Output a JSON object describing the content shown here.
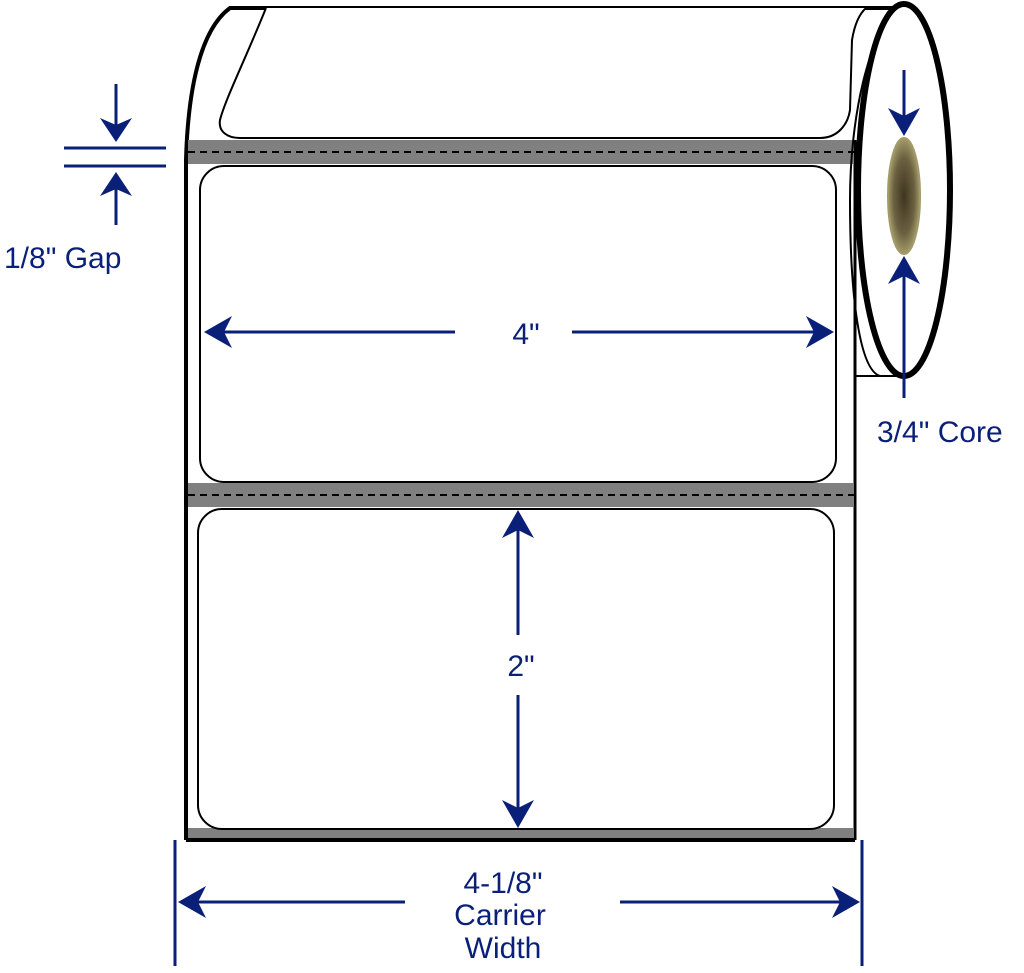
{
  "diagram": {
    "subject": "Label roll dimensions",
    "colors": {
      "dimension": "#0a1f78",
      "outline": "#000000",
      "gap": "#808080",
      "core_light": "#a39a6a",
      "core_dark": "#3e3520",
      "background": "#ffffff"
    },
    "labels": {
      "gap": "1/8\" Gap",
      "core": "3/4\" Core",
      "label_width": "4\"",
      "label_height": "2\"",
      "carrier_line1": "4-1/8\"",
      "carrier_line2": "Carrier",
      "carrier_line3": "Width"
    },
    "dimensions": {
      "label_width_in": "4",
      "label_height_in": "2",
      "gap_in": "1/8",
      "core_in": "3/4",
      "carrier_width_in": "4-1/8"
    }
  }
}
